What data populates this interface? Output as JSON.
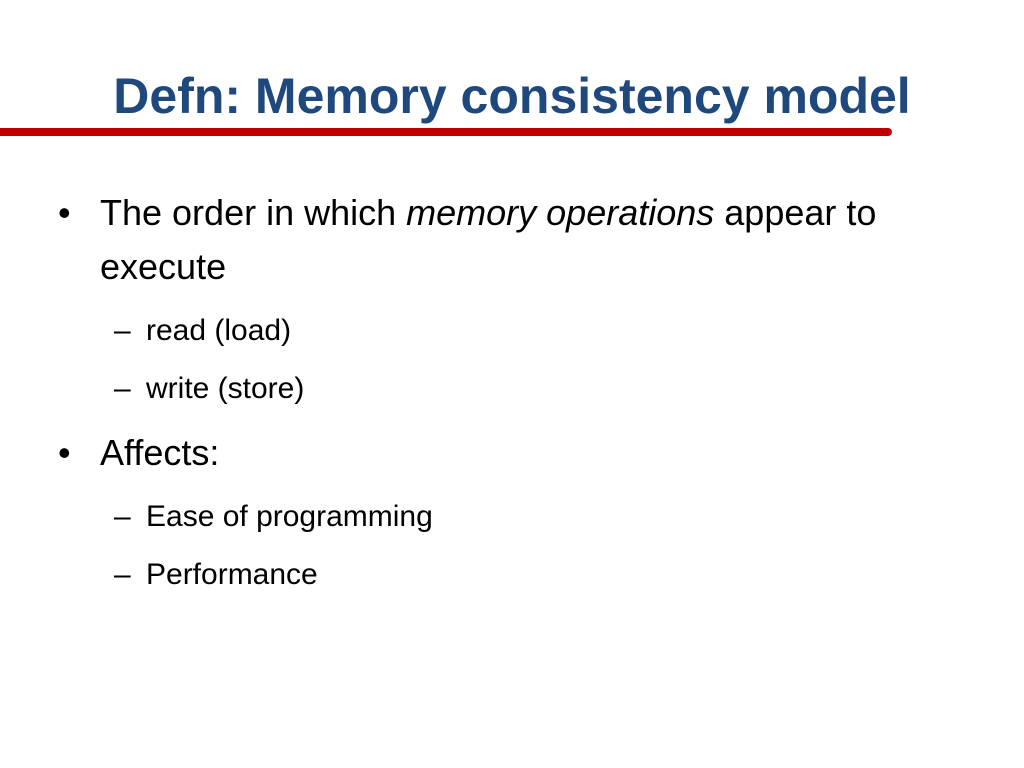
{
  "slide": {
    "title": "Defn: Memory consistency model",
    "accent_color": "#1f497d",
    "rule_color": "#c00000",
    "bullets": [
      {
        "marker": "•",
        "text_before": "The order in which ",
        "text_emphasis": "memory operations",
        "text_after": " appear to execute",
        "sub": [
          {
            "marker": "–",
            "text": "read (load)"
          },
          {
            "marker": "–",
            "text": "write (store)"
          }
        ]
      },
      {
        "marker": "•",
        "text_before": "Affects:",
        "sub": [
          {
            "marker": "–",
            "text": "Ease of programming"
          },
          {
            "marker": "–",
            "text": "Performance"
          }
        ]
      }
    ]
  }
}
